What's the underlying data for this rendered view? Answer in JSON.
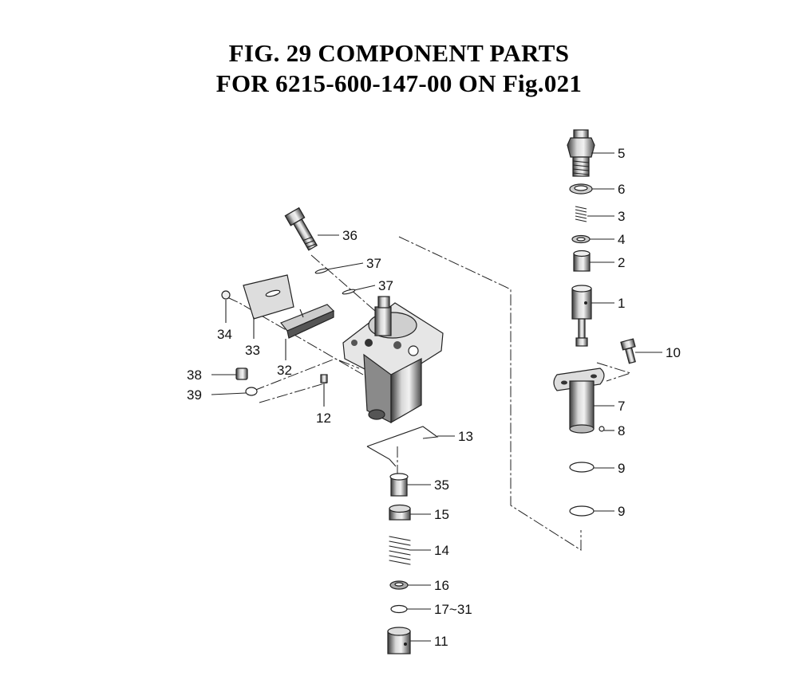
{
  "title": {
    "line1": "FIG. 29  COMPONENT PARTS",
    "line2": "FOR 6215-600-147-00 ON Fig.021"
  },
  "callouts": {
    "p1": "1",
    "p2": "2",
    "p3": "3",
    "p4": "4",
    "p5": "5",
    "p6": "6",
    "p7": "7",
    "p8": "8",
    "p9a": "9",
    "p9b": "9",
    "p10": "10",
    "p11": "11",
    "p12": "12",
    "p13": "13",
    "p14": "14",
    "p15": "15",
    "p16": "16",
    "p17": "17~31",
    "p32": "32",
    "p33": "33",
    "p34": "34",
    "p35": "35",
    "p36": "36",
    "p37a": "37",
    "p37b": "37",
    "p38": "38",
    "p39": "39"
  }
}
